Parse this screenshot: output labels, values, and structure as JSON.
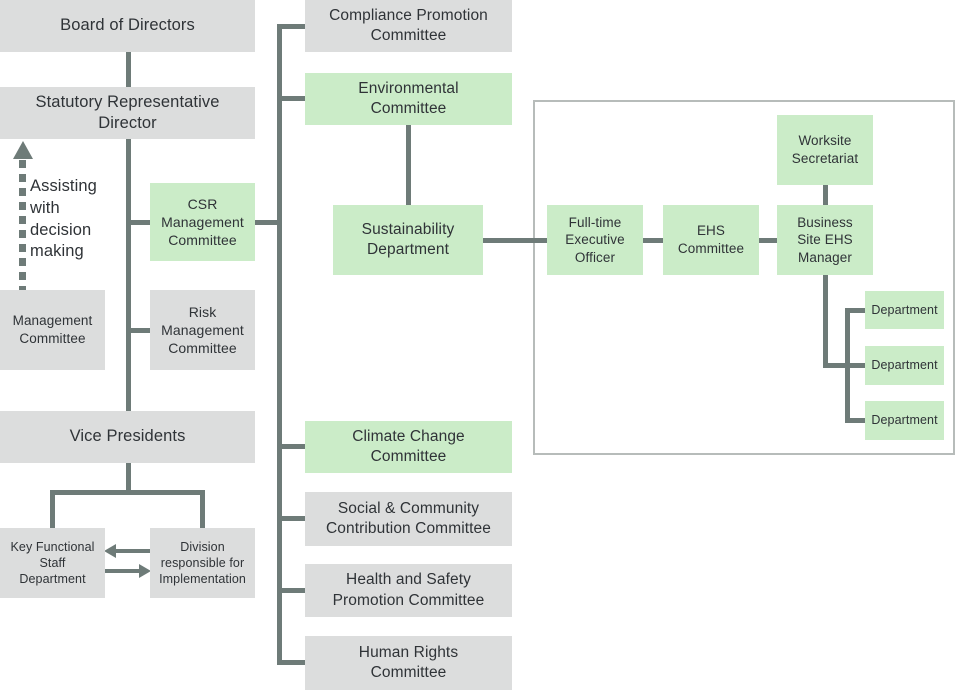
{
  "colors": {
    "green": "#cbecc8",
    "gray": "#dcdddd",
    "line": "#6e7b78",
    "panel_border": "#b7bcba",
    "text": "#2f3337",
    "background": "#ffffff"
  },
  "annotation": {
    "assisting_note": "Assisting\nwith\ndecision\nmaking"
  },
  "nodes": {
    "board_of_directors": {
      "label": "Board of Directors"
    },
    "statutory_representative_director": {
      "label": "Statutory Representative\nDirector"
    },
    "management_committee": {
      "label": "Management\nCommittee"
    },
    "csr_management_committee": {
      "label": "CSR\nManagement\nCommittee"
    },
    "risk_management_committee": {
      "label": "Risk\nManagement\nCommittee"
    },
    "vice_presidents": {
      "label": "Vice Presidents"
    },
    "key_functional_staff_department": {
      "label": "Key Functional\nStaff\nDepartment"
    },
    "division_responsible_for_implementation": {
      "label": "Division\nresponsible for\nImplementation"
    },
    "compliance_promotion_committee": {
      "label": "Compliance Promotion\nCommittee"
    },
    "environmental_committee": {
      "label": "Environmental\nCommittee"
    },
    "sustainability_department": {
      "label": "Sustainability\nDepartment"
    },
    "climate_change_committee": {
      "label": "Climate Change\nCommittee"
    },
    "social_community_contribution_committee": {
      "label": "Social & Community\nContribution Committee"
    },
    "health_safety_promotion_committee": {
      "label": "Health and Safety\nPromotion Committee"
    },
    "human_rights_committee": {
      "label": "Human Rights\nCommittee"
    },
    "worksite_secretariat": {
      "label": "Worksite\nSecretariat"
    },
    "full_time_executive_officer": {
      "label": "Full-time\nExecutive\nOfficer"
    },
    "ehs_committee": {
      "label": "EHS\nCommittee"
    },
    "business_site_ehs_manager": {
      "label": "Business\nSite EHS\nManager"
    },
    "department_1": {
      "label": "Department"
    },
    "department_2": {
      "label": "Department"
    },
    "department_3": {
      "label": "Department"
    }
  }
}
